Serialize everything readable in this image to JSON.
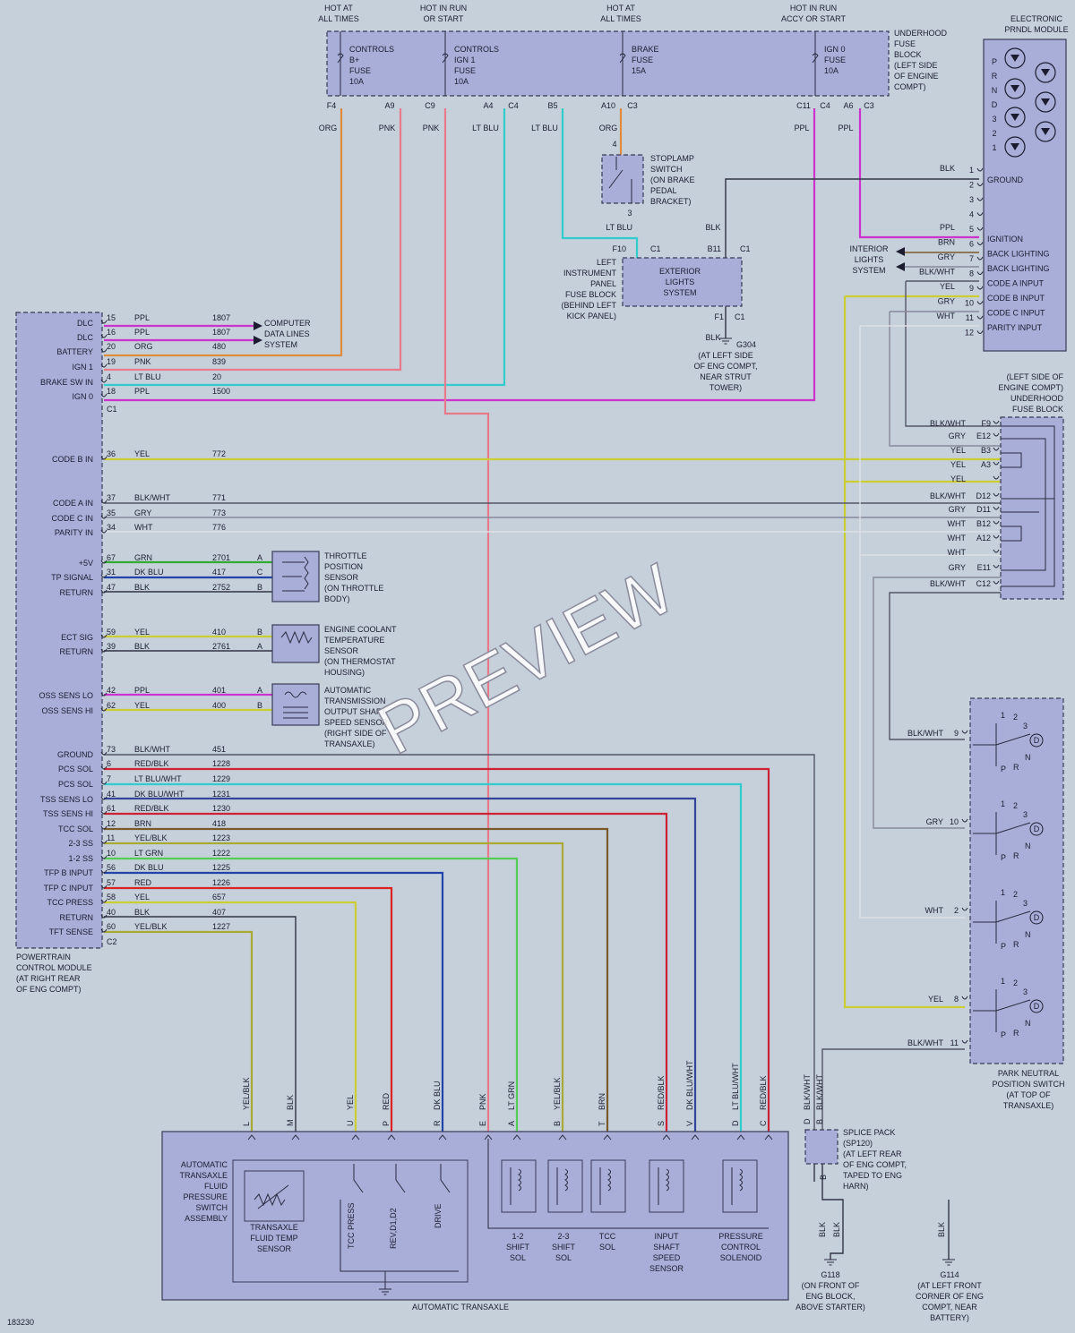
{
  "fuse_block": {
    "headers": [
      "HOT AT",
      "ALL TIMES",
      "HOT IN RUN",
      "OR START",
      "HOT AT",
      "ALL TIMES",
      "HOT IN RUN",
      "ACCY OR START"
    ],
    "fuses": [
      [
        "CONTROLS",
        "B+",
        "FUSE",
        "10A"
      ],
      [
        "CONTROLS",
        "IGN 1",
        "FUSE",
        "10A"
      ],
      [
        "BRAKE",
        "FUSE",
        "15A"
      ],
      [
        "IGN 0",
        "FUSE",
        "10A"
      ]
    ],
    "title": [
      "UNDERHOOD",
      "FUSE",
      "BLOCK",
      "(LEFT SIDE",
      "OF ENGINE",
      "COMPT)"
    ],
    "pins": [
      "F4",
      "A9",
      "C9",
      "A4",
      "C4",
      "B5",
      "A10",
      "C3",
      "C11",
      "C4",
      "A6",
      "C3"
    ],
    "wire_colors": [
      "ORG",
      "PNK",
      "PNK",
      "LT BLU",
      "LT BLU",
      "ORG",
      "PPL",
      "PPL"
    ]
  },
  "prndl": {
    "title": [
      "ELECTRONIC",
      "PRNDL MODULE"
    ],
    "gears": [
      "P",
      "R",
      "N",
      "D",
      "3",
      "2",
      "1"
    ],
    "pins": [
      {
        "num": "1",
        "color": "BLK",
        "label": "GROUND"
      },
      {
        "num": "2",
        "color": "",
        "label": ""
      },
      {
        "num": "3",
        "color": "",
        "label": ""
      },
      {
        "num": "4",
        "color": "",
        "label": ""
      },
      {
        "num": "5",
        "color": "PPL",
        "label": "IGNITION"
      },
      {
        "num": "6",
        "color": "BRN",
        "label": "BACK LIGHTING"
      },
      {
        "num": "7",
        "color": "GRY",
        "label": "BACK LIGHTING"
      },
      {
        "num": "8",
        "color": "BLK/WHT",
        "label": "CODE A INPUT"
      },
      {
        "num": "9",
        "color": "YEL",
        "label": "CODE B INPUT"
      },
      {
        "num": "10",
        "color": "GRY",
        "label": "CODE C INPUT"
      },
      {
        "num": "11",
        "color": "WHT",
        "label": "PARITY INPUT"
      },
      {
        "num": "12",
        "color": "",
        "label": ""
      }
    ],
    "interior_lights": [
      "INTERIOR",
      "LIGHTS",
      "SYSTEM"
    ]
  },
  "stoplamp": {
    "label": [
      "STOPLAMP",
      "SWITCH",
      "(ON BRAKE",
      "PEDAL",
      "BRACKET)"
    ],
    "pins": [
      "4",
      "3"
    ],
    "wire": "LT BLU"
  },
  "ip_fuse": {
    "pins": [
      "F10",
      "C1",
      "B11",
      "C1",
      "F1",
      "C1"
    ],
    "blk": "BLK",
    "label": [
      "LEFT",
      "INSTRUMENT",
      "PANEL",
      "FUSE BLOCK",
      "(BEHIND LEFT",
      "KICK PANEL)"
    ],
    "exterior": [
      "EXTERIOR",
      "LIGHTS",
      "SYSTEM"
    ],
    "ground": [
      "G304",
      "(AT LEFT SIDE",
      "OF ENG COMPT,",
      "NEAR STRUT",
      "TOWER)"
    ],
    "ground_wire": "BLK"
  },
  "pcm": {
    "c1_rows": [
      {
        "label": "DLC",
        "pin": "15",
        "color": "PPL",
        "circuit": "1807"
      },
      {
        "label": "DLC",
        "pin": "16",
        "color": "PPL",
        "circuit": "1807"
      },
      {
        "label": "BATTERY",
        "pin": "20",
        "color": "ORG",
        "circuit": "480"
      },
      {
        "label": "IGN 1",
        "pin": "19",
        "color": "PNK",
        "circuit": "839"
      },
      {
        "label": "BRAKE SW IN",
        "pin": "4",
        "color": "LT BLU",
        "circuit": "20"
      },
      {
        "label": "IGN 0",
        "pin": "18",
        "color": "PPL",
        "circuit": "1500"
      }
    ],
    "c1": "C1",
    "computer_data": [
      "COMPUTER",
      "DATA LINES",
      "SYSTEM"
    ],
    "code_rows": [
      {
        "label": "CODE B IN",
        "pin": "36",
        "color": "YEL",
        "circuit": "772"
      },
      {
        "label": "CODE A IN",
        "pin": "37",
        "color": "BLK/WHT",
        "circuit": "771"
      },
      {
        "label": "CODE C IN",
        "pin": "35",
        "color": "GRY",
        "circuit": "773"
      },
      {
        "label": "PARITY IN",
        "pin": "34",
        "color": "WHT",
        "circuit": "776"
      }
    ],
    "tp_rows": [
      {
        "label": "+5V",
        "pin": "67",
        "color": "GRN",
        "circuit": "2701",
        "end": "A"
      },
      {
        "label": "TP SIGNAL",
        "pin": "31",
        "color": "DK BLU",
        "circuit": "417",
        "end": "C"
      },
      {
        "label": "RETURN",
        "pin": "47",
        "color": "BLK",
        "circuit": "2752",
        "end": "B"
      }
    ],
    "ect_rows": [
      {
        "label": "ECT SIG",
        "pin": "59",
        "color": "YEL",
        "circuit": "410",
        "end": "B"
      },
      {
        "label": "RETURN",
        "pin": "39",
        "color": "BLK",
        "circuit": "2761",
        "end": "A"
      }
    ],
    "oss_rows": [
      {
        "label": "OSS SENS LO",
        "pin": "42",
        "color": "PPL",
        "circuit": "401",
        "end": "A"
      },
      {
        "label": "OSS SENS HI",
        "pin": "62",
        "color": "YEL",
        "circuit": "400",
        "end": "B"
      }
    ],
    "c2_rows": [
      {
        "label": "GROUND",
        "pin": "73",
        "color": "BLK/WHT",
        "circuit": "451"
      },
      {
        "label": "PCS SOL",
        "pin": "6",
        "color": "RED/BLK",
        "circuit": "1228"
      },
      {
        "label": "PCS SOL",
        "pin": "7",
        "color": "LT BLU/WHT",
        "circuit": "1229"
      },
      {
        "label": "TSS SENS LO",
        "pin": "41",
        "color": "DK BLU/WHT",
        "circuit": "1231"
      },
      {
        "label": "TSS SENS HI",
        "pin": "61",
        "color": "RED/BLK",
        "circuit": "1230"
      },
      {
        "label": "TCC SOL",
        "pin": "12",
        "color": "BRN",
        "circuit": "418"
      },
      {
        "label": "2-3 SS",
        "pin": "11",
        "color": "YEL/BLK",
        "circuit": "1223"
      },
      {
        "label": "1-2 SS",
        "pin": "10",
        "color": "LT GRN",
        "circuit": "1222"
      },
      {
        "label": "TFP B INPUT",
        "pin": "56",
        "color": "DK BLU",
        "circuit": "1225"
      },
      {
        "label": "TFP C INPUT",
        "pin": "57",
        "color": "RED",
        "circuit": "1226"
      },
      {
        "label": "TCC PRESS",
        "pin": "58",
        "color": "YEL",
        "circuit": "657"
      },
      {
        "label": "RETURN",
        "pin": "40",
        "color": "BLK",
        "circuit": "407"
      },
      {
        "label": "TFT SENSE",
        "pin": "60",
        "color": "YEL/BLK",
        "circuit": "1227"
      }
    ],
    "c2": "C2",
    "title": [
      "POWERTRAIN",
      "CONTROL MODULE",
      "(AT RIGHT REAR",
      "OF ENG COMPT)"
    ]
  },
  "sensors": {
    "tp": [
      "THROTTLE",
      "POSITION",
      "SENSOR",
      "(ON THROTTLE",
      "BODY)"
    ],
    "ect": [
      "ENGINE COOLANT",
      "TEMPERATURE",
      "SENSOR",
      "(ON THERMOSTAT",
      "HOUSING)"
    ],
    "oss": [
      "AUTOMATIC",
      "TRANSMISSION",
      "OUTPUT SHAFT",
      "SPEED SENSOR",
      "(RIGHT SIDE OF",
      "TRANSAXLE)"
    ]
  },
  "underhood_right": {
    "title": [
      "(LEFT SIDE OF",
      "ENGINE COMPT)",
      "UNDERHOOD",
      "FUSE BLOCK"
    ],
    "rows": [
      {
        "color": "BLK/WHT",
        "pin": "F9"
      },
      {
        "color": "GRY",
        "pin": "E12"
      },
      {
        "color": "YEL",
        "pin": "B3"
      },
      {
        "color": "YEL",
        "pin": "A3"
      },
      {
        "color": "YEL",
        "pin": ""
      },
      {
        "color": "BLK/WHT",
        "pin": "D12"
      },
      {
        "color": "GRY",
        "pin": "D11"
      },
      {
        "color": "WHT",
        "pin": "B12"
      },
      {
        "color": "WHT",
        "pin": "A12"
      },
      {
        "color": "WHT",
        "pin": ""
      },
      {
        "color": "GRY",
        "pin": "E11"
      },
      {
        "color": "BLK/WHT",
        "pin": "C12"
      }
    ]
  },
  "pnp": {
    "rows": [
      {
        "color": "BLK/WHT",
        "pin": "9"
      },
      {
        "color": "GRY",
        "pin": "10"
      },
      {
        "color": "WHT",
        "pin": "2"
      },
      {
        "color": "YEL",
        "pin": "8"
      },
      {
        "color": "BLK/WHT",
        "pin": "11"
      }
    ],
    "glyphs": [
      "1",
      "2",
      "3",
      "D",
      "N",
      "P",
      "R"
    ],
    "title": [
      "PARK NEUTRAL",
      "POSITION SWITCH",
      "(AT TOP OF",
      "TRANSAXLE)"
    ]
  },
  "transaxle": {
    "connectors": [
      {
        "letter": "L",
        "color": "YEL/BLK"
      },
      {
        "letter": "M",
        "color": "BLK"
      },
      {
        "letter": "U",
        "color": "YEL"
      },
      {
        "letter": "P",
        "color": "RED"
      },
      {
        "letter": "R",
        "color": "DK BLU"
      },
      {
        "letter": "E",
        "color": "PNK"
      },
      {
        "letter": "A",
        "color": "LT GRN"
      },
      {
        "letter": "B",
        "color": "YEL/BLK"
      },
      {
        "letter": "T",
        "color": "BRN"
      },
      {
        "letter": "S",
        "color": "RED/BLK"
      },
      {
        "letter": "V",
        "color": "DK BLU/WHT"
      },
      {
        "letter": "D",
        "color": "LT BLU/WHT"
      },
      {
        "letter": "C",
        "color": "RED/BLK"
      }
    ],
    "assembly": [
      "AUTOMATIC",
      "TRANSAXLE",
      "FLUID",
      "PRESSURE",
      "SWITCH",
      "ASSEMBLY"
    ],
    "tft": [
      "TRANSAXLE",
      "FLUID TEMP",
      "SENSOR"
    ],
    "switches": [
      "TCC PRESS",
      "REV,D1,D2",
      "DRIVE"
    ],
    "sol_12": [
      "1-2",
      "SHIFT",
      "SOL"
    ],
    "sol_23": [
      "2-3",
      "SHIFT",
      "SOL"
    ],
    "sol_tcc": [
      "TCC",
      "SOL"
    ],
    "iss": [
      "INPUT",
      "SHAFT",
      "SPEED",
      "SENSOR"
    ],
    "pcs": [
      "PRESSURE",
      "CONTROL",
      "SOLENOID"
    ],
    "title": "AUTOMATIC TRANSAXLE"
  },
  "splice": {
    "top": [
      {
        "letter": "D",
        "color": "BLK/WHT"
      },
      {
        "letter": "B",
        "color": "BLK/WHT"
      }
    ],
    "label": [
      "SPLICE PACK",
      "(SP120)",
      "(AT LEFT REAR",
      "OF ENG COMPT,",
      "TAPED TO ENG",
      "HARN)"
    ],
    "bottom_pin": "B",
    "blk": "BLK",
    "g118": [
      "G118",
      "(ON FRONT OF",
      "ENG BLOCK,",
      "ABOVE STARTER)"
    ],
    "g114": [
      "G114",
      "(AT LEFT FRONT",
      "CORNER OF ENG",
      "COMPT, NEAR",
      "BATTERY)"
    ]
  },
  "footer_id": "183230",
  "watermark": "PREVIEW",
  "wire_hex": {
    "PPL": "#cc33cc",
    "ORG": "#e08a3c",
    "PNK": "#e87a8a",
    "LT BLU": "#33cccc",
    "YEL": "#cccc33",
    "BLK/WHT": "#555566",
    "GRY": "#888899",
    "WHT": "#dde0e6",
    "GRN": "#33aa33",
    "DK BLU": "#2244aa",
    "BLK": "#333344",
    "RED/BLK": "#cc2233",
    "LT BLU/WHT": "#33cccc",
    "DK BLU/WHT": "#334499",
    "BRN": "#7a5a2a",
    "YEL/BLK": "#aaaa33",
    "LT GRN": "#55cc55",
    "RED": "#dd2222"
  }
}
